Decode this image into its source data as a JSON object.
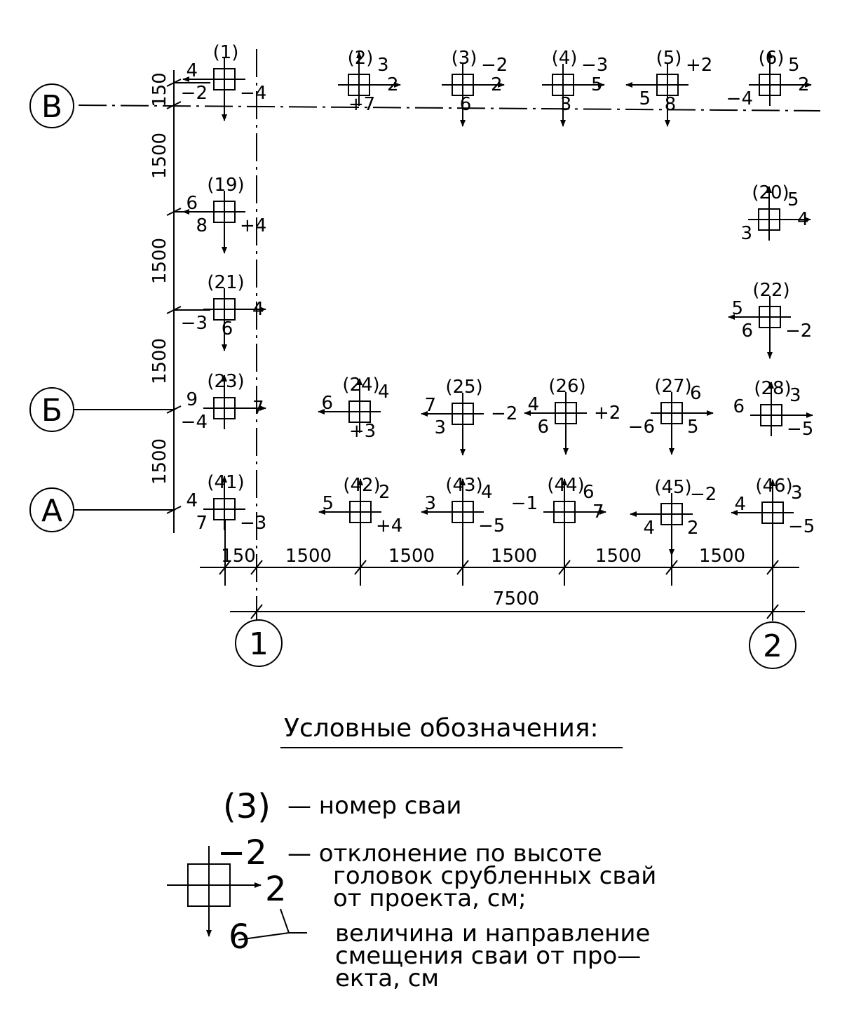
{
  "axes": {
    "rows": [
      {
        "id": "row-b-cyr",
        "label": "В"
      },
      {
        "id": "row-be",
        "label": "Б"
      },
      {
        "id": "row-a",
        "label": "А"
      }
    ],
    "columns": [
      {
        "id": "col-1",
        "label": "1"
      },
      {
        "id": "col-2",
        "label": "2"
      }
    ]
  },
  "dimensions": {
    "left": [
      "150",
      "1500",
      "1500",
      "1500",
      "1500"
    ],
    "bottom": [
      "150",
      "1500",
      "1500",
      "1500",
      "1500",
      "1500"
    ],
    "total": "7500"
  },
  "piles": [
    {
      "num": "(1)",
      "labels": [
        [
          "4",
          "w"
        ],
        [
          "−2",
          "sw"
        ],
        [
          "−4",
          "se"
        ]
      ],
      "arrows": [
        "left",
        "down"
      ]
    },
    {
      "num": "(2)",
      "labels": [
        [
          "3",
          "ne"
        ],
        [
          "2",
          "e"
        ],
        [
          "+7",
          "s"
        ]
      ],
      "arrows": [
        "up",
        "right"
      ]
    },
    {
      "num": "(3)",
      "labels": [
        [
          "−2",
          "ne"
        ],
        [
          "2",
          "e"
        ],
        [
          "6",
          "s"
        ]
      ],
      "arrows": [
        "right",
        "down"
      ]
    },
    {
      "num": "(4)",
      "labels": [
        [
          "−3",
          "ne"
        ],
        [
          "5",
          "e"
        ],
        [
          "3",
          "s"
        ]
      ],
      "arrows": [
        "right",
        "down"
      ]
    },
    {
      "num": "(5)",
      "labels": [
        [
          "+2",
          "ne"
        ],
        [
          "5",
          "sw"
        ],
        [
          "8",
          "s"
        ]
      ],
      "arrows": [
        "left",
        "down"
      ]
    },
    {
      "num": "(6)",
      "labels": [
        [
          "5",
          "ne"
        ],
        [
          "2",
          "e"
        ],
        [
          "−4",
          "sw"
        ]
      ],
      "arrows": [
        "up",
        "right"
      ]
    },
    {
      "num": "(19)",
      "labels": [
        [
          "6",
          "w"
        ],
        [
          "8",
          "sw"
        ],
        [
          "+4",
          "se"
        ]
      ],
      "arrows": [
        "left",
        "down"
      ]
    },
    {
      "num": "(20)",
      "labels": [
        [
          "5",
          "ne"
        ],
        [
          "4",
          "e"
        ],
        [
          "3",
          "sw"
        ]
      ],
      "arrows": [
        "up",
        "right"
      ]
    },
    {
      "num": "(21)",
      "labels": [
        [
          "4",
          "e"
        ],
        [
          "−3",
          "sw"
        ],
        [
          "6",
          "s"
        ]
      ],
      "arrows": [
        "right",
        "down"
      ]
    },
    {
      "num": "(22)",
      "labels": [
        [
          "5",
          "w"
        ],
        [
          "6",
          "sw"
        ],
        [
          "−2",
          "se"
        ]
      ],
      "arrows": [
        "left",
        "down"
      ]
    },
    {
      "num": "(23)",
      "labels": [
        [
          "9",
          "w"
        ],
        [
          "7",
          "e"
        ],
        [
          "−4",
          "sw"
        ]
      ],
      "arrows": [
        "up",
        "right"
      ]
    },
    {
      "num": "(24)",
      "labels": [
        [
          "4",
          "ne"
        ],
        [
          "6",
          "w"
        ],
        [
          "+3",
          "s"
        ]
      ],
      "arrows": [
        "up",
        "left"
      ]
    },
    {
      "num": "(25)",
      "labels": [
        [
          "7",
          "w"
        ],
        [
          "−2",
          "e"
        ],
        [
          "3",
          "sw"
        ]
      ],
      "arrows": [
        "left",
        "down"
      ]
    },
    {
      "num": "(26)",
      "labels": [
        [
          "4",
          "w"
        ],
        [
          "+2",
          "e"
        ],
        [
          "6",
          "sw"
        ]
      ],
      "arrows": [
        "left",
        "down"
      ]
    },
    {
      "num": "(27)",
      "labels": [
        [
          "6",
          "ne"
        ],
        [
          "−6",
          "sw"
        ],
        [
          "5",
          "se"
        ]
      ],
      "arrows": [
        "right",
        "down"
      ]
    },
    {
      "num": "(28)",
      "labels": [
        [
          "3",
          "ne"
        ],
        [
          "6",
          "w"
        ],
        [
          "−5",
          "se"
        ]
      ],
      "arrows": [
        "up",
        "right"
      ]
    },
    {
      "num": "(41)",
      "labels": [
        [
          "4",
          "w"
        ],
        [
          "7",
          "sw"
        ],
        [
          "−3",
          "se"
        ]
      ],
      "arrows": [
        "up"
      ]
    },
    {
      "num": "(42)",
      "labels": [
        [
          "2",
          "ne"
        ],
        [
          "5",
          "w"
        ],
        [
          "+4",
          "se"
        ]
      ],
      "arrows": [
        "up",
        "left"
      ]
    },
    {
      "num": "(43)",
      "labels": [
        [
          "4",
          "ne"
        ],
        [
          "3",
          "w"
        ],
        [
          "−5",
          "se"
        ]
      ],
      "arrows": [
        "up",
        "left"
      ]
    },
    {
      "num": "(44)",
      "labels": [
        [
          "6",
          "ne"
        ],
        [
          "−1",
          "w"
        ],
        [
          "7",
          "e"
        ]
      ],
      "arrows": [
        "up",
        "right"
      ]
    },
    {
      "num": "(45)",
      "labels": [
        [
          "−2",
          "ne"
        ],
        [
          "4",
          "sw"
        ],
        [
          "2",
          "se"
        ]
      ],
      "arrows": [
        "left",
        "down"
      ]
    },
    {
      "num": "(46)",
      "labels": [
        [
          "3",
          "ne"
        ],
        [
          "4",
          "w"
        ],
        [
          "−5",
          "se"
        ]
      ],
      "arrows": [
        "up",
        "left"
      ]
    }
  ],
  "legend": {
    "title": "Условные обозначения:",
    "pile_number_example": "(3)",
    "pile_number_desc": "— номер сваи",
    "height_example": "−2",
    "height_desc_lines": [
      "— отклонение по высоте",
      "головок срубленных свай",
      "от проекта, см;"
    ],
    "shift_example_right": "2",
    "shift_example_down": "6",
    "shift_desc_lines": [
      "величина и направление",
      "смещения сваи от про—",
      "екта, см"
    ]
  }
}
